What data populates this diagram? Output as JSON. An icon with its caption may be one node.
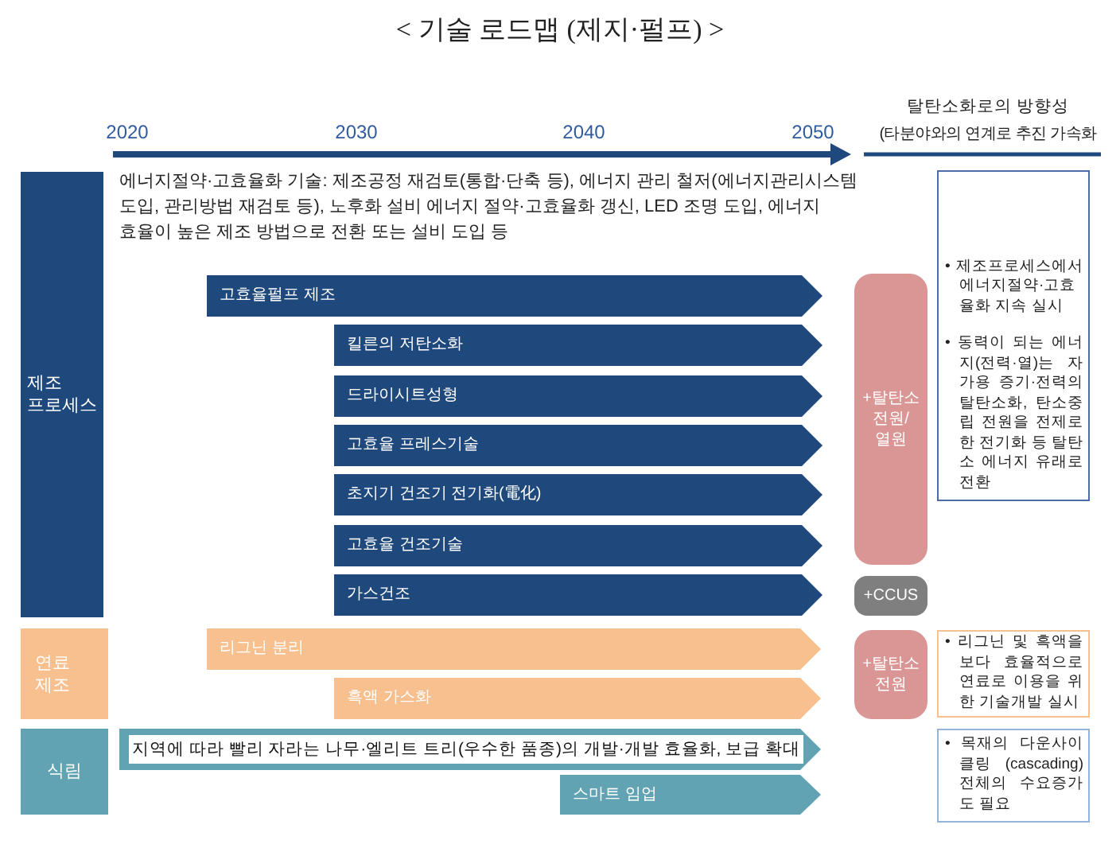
{
  "diagram": {
    "title": "< 기술 로드맵 (제지·펄프) >",
    "nodes": [
      {
        "text": [
          "제조 프로세스"
        ]
      },
      {
        "text": [
          "고효율펄프 제조"
        ]
      },
      {
        "text": [
          "킬른의 저탄소화"
        ]
      },
      {
        "text": [
          "드라이시트성형"
        ]
      },
      {
        "text": [
          "고효율 프레스기술"
        ]
      },
      {
        "text": [
          "초지기 건조기 전기화(電化)"
        ]
      },
      {
        "text": [
          "고효율 건조기술"
        ]
      },
      {
        "text": [
          "가스건조"
        ]
      },
      {
        "text": [
          "+탈탄소 전원/ 열원"
        ]
      },
      {
        "text": [
          "+CCUS"
        ]
      },
      {
        "text": [
          "• 제조프로세스에서 에너지절약·고효율화 지속 실시",
          "• 동력이 되는 에너지(전력·열)는 자가용 증기·전력의 탈탄소화, 탄소중립 전원을 전제로 한 전기화 등 탈탄소 에너지 유래로 전환"
        ]
      },
      {
        "text": [
          "연료 제조"
        ]
      },
      {
        "text": [
          "리그닌 분리"
        ]
      },
      {
        "text": [
          "흑액 가스화"
        ]
      },
      {
        "text": [
          "+탈탄소 전원"
        ]
      },
      {
        "text": [
          "• 리그닌 및 흑액을 보다 효율적으로 연료로 이용을 위한 기술개발 실시"
        ]
      },
      {
        "text": [
          "식림"
        ]
      },
      {
        "text": [
          "지역에 따라 빨리 자라는 나무·엘리트 트리(우수한 품종)의 개발·개발 효율화, 보급 확대"
        ]
      },
      {
        "text": [
          "스마트 임업"
        ]
      },
      {
        "text": [
          "• 목재의 다운사이클링 (cascading) 전체의 수요증가도 필요"
        ]
      }
    ],
    "labels": [
      "2020",
      "2030",
      "2040",
      "2050",
      "탈탄소화로의 방향성",
      "(타분야와의 연계로 추진 가속화",
      "에너지절약·고효율화 기술: 제조공정 재검토(통합·단축 등), 에너지 관리 철저(에너지관리시스템 도입, 관리방법 재검토 등), 노후화 설비 에너지 절약·고효율화 갱신, LED 조명 도입, 에너지 효율이 높은 제조 방법으로 전환 또는 설비 도입 등"
    ]
  }
}
